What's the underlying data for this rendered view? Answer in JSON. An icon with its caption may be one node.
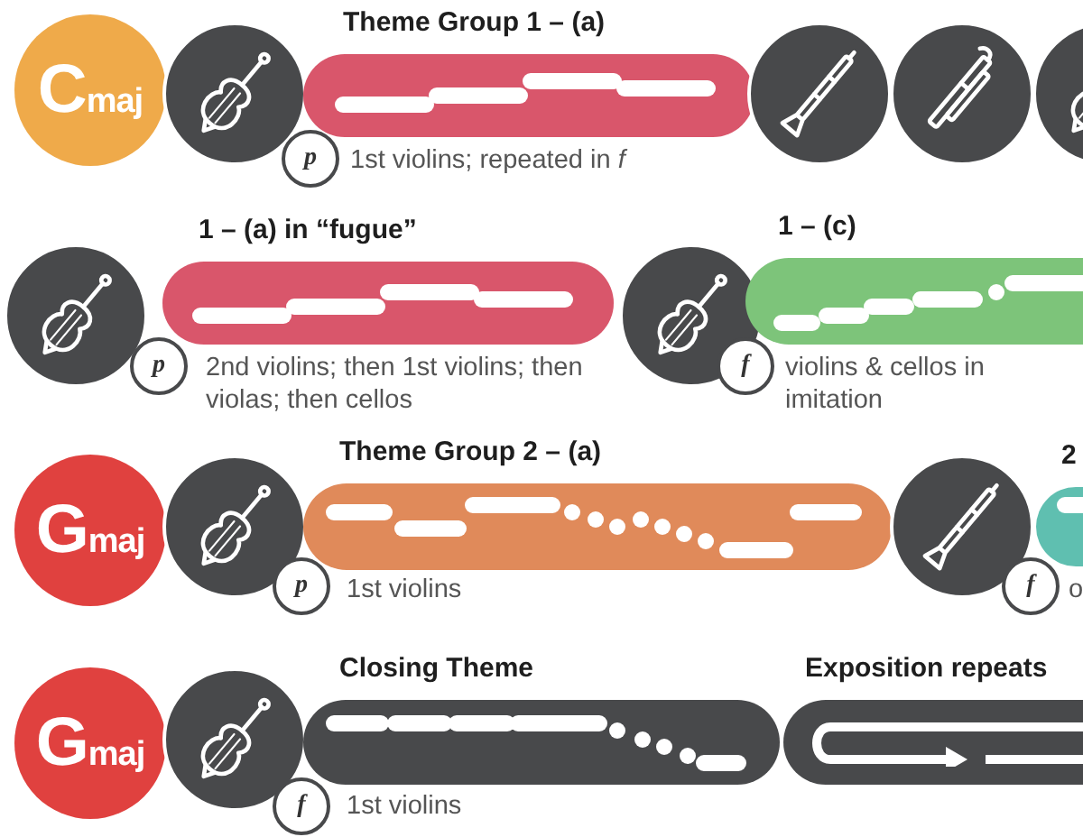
{
  "diagram": {
    "nodes": [
      {
        "text": [
          "Cmaj"
        ]
      },
      {
        "text": [],
        "shape": "picture"
      },
      {
        "text": [
          "p"
        ]
      },
      {
        "text": [
          "Theme Group 1 – (a)"
        ],
        "beside": [
          "1st violins; repeated in *f*"
        ]
      },
      {
        "text": [],
        "shape": "picture"
      },
      {
        "text": [],
        "shape": "picture"
      },
      {
        "text": [],
        "shape": "picture"
      },
      {
        "text": [],
        "shape": "picture"
      },
      {
        "text": [
          "p"
        ]
      },
      {
        "text": [
          "1 – (a) in “fugue”"
        ],
        "beside": [
          "2nd violins; then 1st violins; then violas; then cellos"
        ]
      },
      {
        "text": [],
        "shape": "picture"
      },
      {
        "text": [
          "f"
        ]
      },
      {
        "text": [
          "1 – (c)"
        ],
        "beside": [
          "violins & cellos in imitation"
        ]
      },
      {
        "text": [
          "Gmaj"
        ]
      },
      {
        "text": [],
        "shape": "picture"
      },
      {
        "text": [
          "p"
        ]
      },
      {
        "text": [
          "Theme Group 2 – (a)"
        ],
        "beside": [
          "1st violins"
        ]
      },
      {
        "text": [],
        "shape": "picture"
      },
      {
        "text": [
          "f"
        ]
      },
      {
        "text": [
          "2"
        ],
        "beside": [
          "o"
        ]
      },
      {
        "text": [
          "Gmaj"
        ]
      },
      {
        "text": [],
        "shape": "picture"
      },
      {
        "text": [
          "f"
        ]
      },
      {
        "text": [
          "Closing Theme"
        ],
        "beside": [
          "1st violins"
        ]
      },
      {
        "text": [
          "Exposition repeats"
        ]
      }
    ]
  }
}
